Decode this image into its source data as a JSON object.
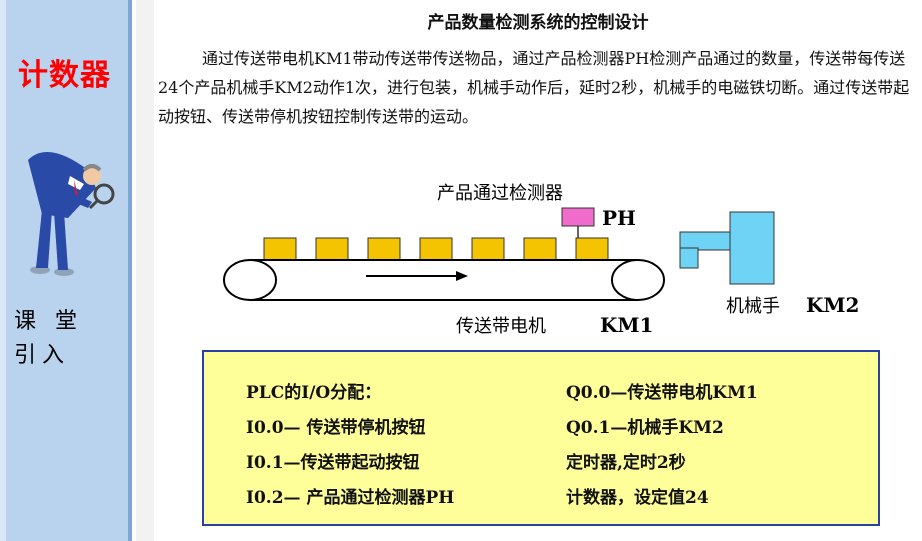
{
  "sidebar": {
    "title": "计数器",
    "subtitle_line1": "课 堂",
    "subtitle_line2": "引入"
  },
  "main": {
    "title": "产品数量检测系统的控制设计",
    "description": "通过传送带电机KM1带动传送带传送物品，通过产品检测器PH检测产品通过的数量，传送带每传送24个产品机械手KM2动作1次，进行包装，机械手动作后，延时2秒，机械手的电磁铁切断。通过传送带起动按钮、传送带停机按钮控制传送带的运动。"
  },
  "diagram": {
    "detector_label": "产品通过检测器",
    "ph_label": "PH",
    "conveyor_label": "传送带电机",
    "km1_label": "KM1",
    "robot_label": "机械手",
    "km2_label": "KM2",
    "product_count": 7
  },
  "io": {
    "left": [
      "PLC的I/O分配：",
      "I0.0— 传送带停机按钮",
      "I0.1—传送带起动按钮",
      "I0.2— 产品通过检测器PH"
    ],
    "right": [
      "Q0.0—传送带电机KM1",
      "Q0.1—机械手KM2",
      "定时器,定时2秒",
      "计数器，设定值24"
    ]
  },
  "colors": {
    "sidebar_bg": "#b9d3ee",
    "title_red": "#ff0000",
    "product_fill": "#f5c400",
    "sensor_fill": "#f06ccc",
    "robot_fill": "#6fd3f5",
    "io_bg": "#ffff99",
    "io_border": "#2b3fa8"
  }
}
